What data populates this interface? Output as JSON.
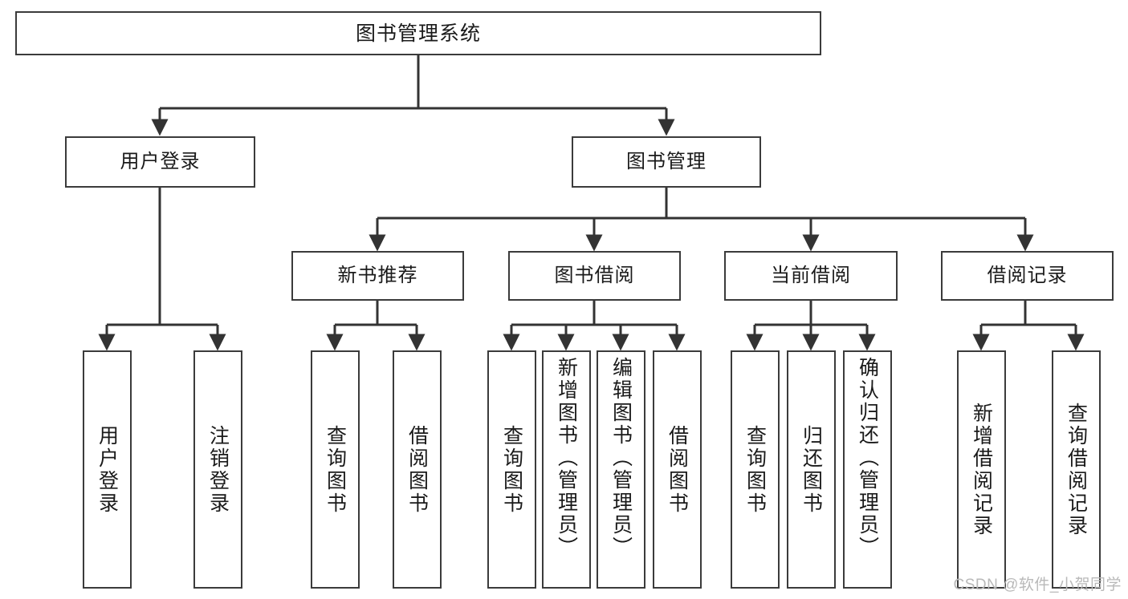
{
  "diagram": {
    "title": "图书管理系统",
    "type": "tree",
    "watermark": "CSDN @软件_小贺同学",
    "colors": {
      "box_border": "#3b3b3b",
      "box_fill": "#ffffff",
      "connector": "#333333",
      "text": "#1a1a1a",
      "watermark": "#b9b9b9"
    },
    "levels": {
      "root": {
        "label": "图书管理系统"
      },
      "level2": [
        {
          "label": "用户登录"
        },
        {
          "label": "图书管理"
        }
      ],
      "level3": [
        {
          "label": "新书推荐"
        },
        {
          "label": "图书借阅"
        },
        {
          "label": "当前借阅"
        },
        {
          "label": "借阅记录"
        }
      ],
      "leaves": {
        "user_login": [
          {
            "label": "用户登录"
          },
          {
            "label": "注销登录"
          }
        ],
        "new_book_recommend": [
          {
            "label": "查询图书"
          },
          {
            "label": "借阅图书"
          }
        ],
        "book_borrow": [
          {
            "label": "查询图书"
          },
          {
            "label": "新增图书（管理员）"
          },
          {
            "label": "编辑图书（管理员）"
          },
          {
            "label": "借阅图书"
          }
        ],
        "current_borrow": [
          {
            "label": "查询图书"
          },
          {
            "label": "归还图书"
          },
          {
            "label": "确认归还（管理员）"
          }
        ],
        "borrow_record": [
          {
            "label": "新增借阅记录"
          },
          {
            "label": "查询借阅记录"
          }
        ]
      }
    }
  }
}
